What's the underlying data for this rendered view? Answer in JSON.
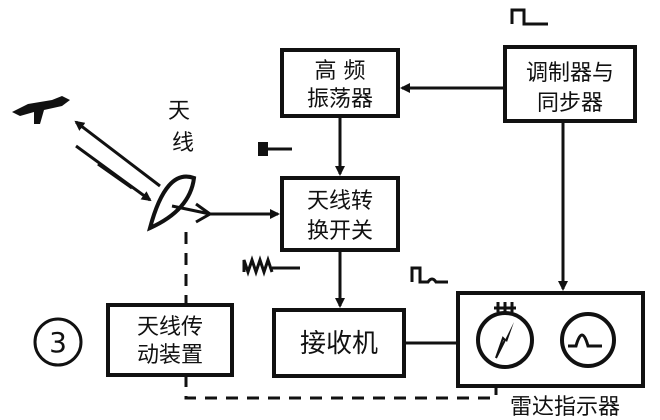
{
  "figure_number": "3",
  "antenna_label": "天线",
  "blocks": {
    "hf_oscillator": [
      "高  频",
      "振荡器"
    ],
    "modulator_sync": [
      "调制器与",
      "同步器"
    ],
    "duplexer": [
      "天线转",
      "换开关"
    ],
    "receiver": "接收机",
    "antenna_drive": [
      "天线传",
      "动装置"
    ],
    "radar_indicator": "雷达指示器"
  }
}
